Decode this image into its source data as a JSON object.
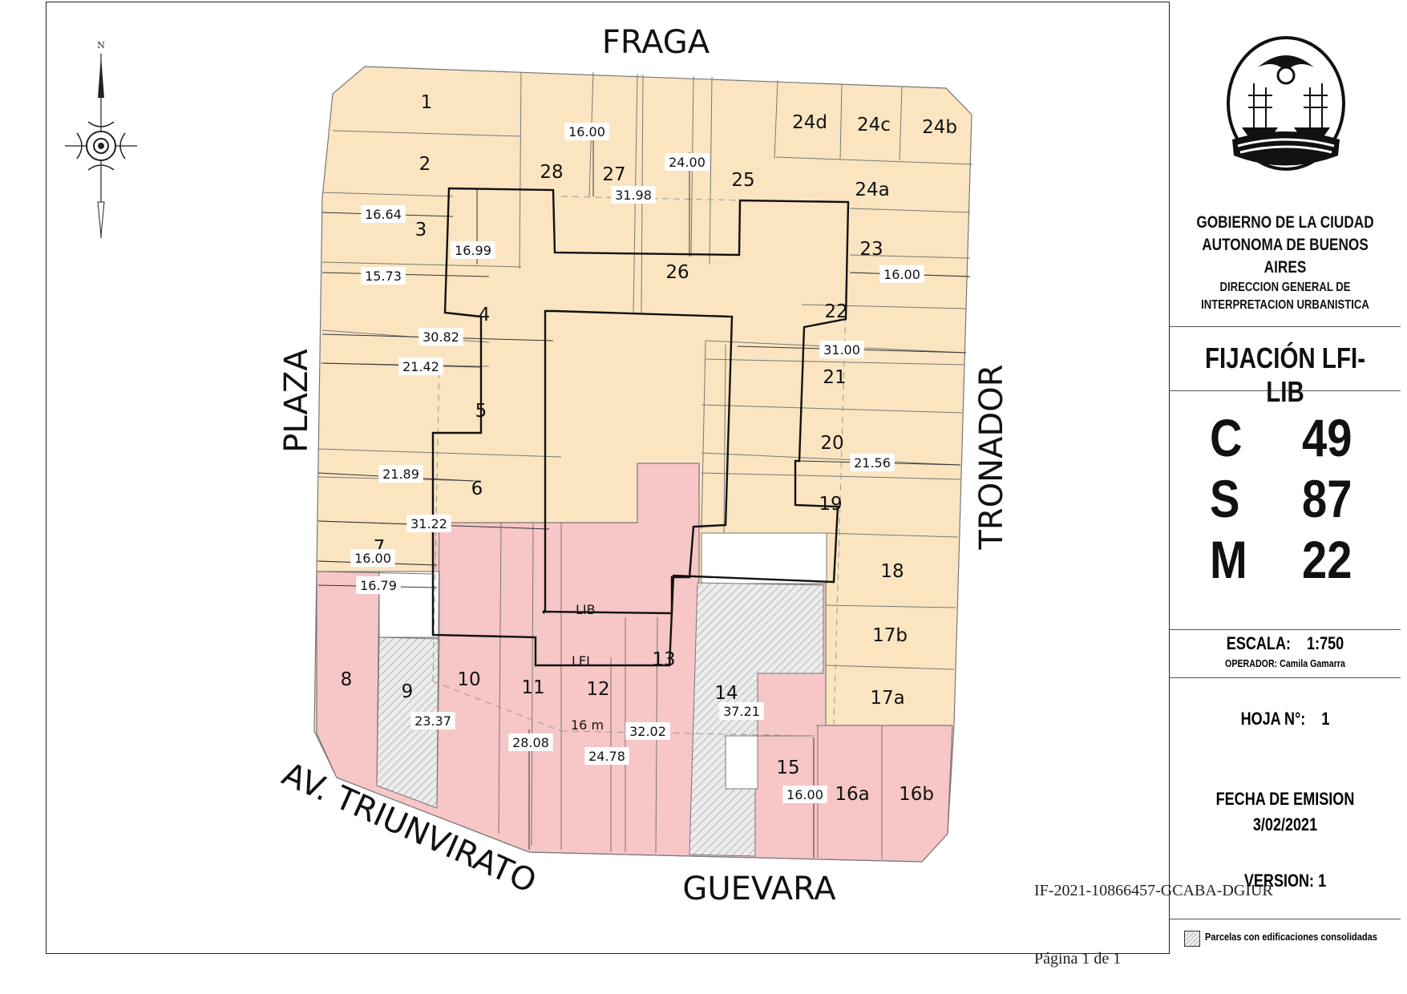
{
  "colors": {
    "lib_parcels": "#fbe5c1",
    "lfi_parcels": "#f7c6c7",
    "outline": "#111111",
    "parcel_line": "#777777",
    "consolidated_hatch": "#bbbbbb"
  },
  "streets": {
    "north": "FRAGA",
    "south": "GUEVARA",
    "west": "PLAZA",
    "east": "TRONADOR",
    "southwest": "AV. TRIUNVIRATO"
  },
  "compass": {
    "north_label": "N"
  },
  "parcels": [
    "1",
    "2",
    "3",
    "4",
    "5",
    "6",
    "7",
    "8",
    "9",
    "10",
    "11",
    "12",
    "13",
    "14",
    "15",
    "16a",
    "16b",
    "17a",
    "17b",
    "18",
    "19",
    "20",
    "21",
    "22",
    "23",
    "24a",
    "24b",
    "24c",
    "24d",
    "25",
    "26",
    "27",
    "28"
  ],
  "dimensions": [
    "16.00",
    "24.00",
    "31.98",
    "16.64",
    "16.99",
    "15.73",
    "16.00",
    "30.82",
    "31.00",
    "21.42",
    "21.56",
    "21.89",
    "31.22",
    "16.00",
    "16.79",
    "23.37",
    "28.08",
    "24.78",
    "32.02",
    "37.21",
    "16.00"
  ],
  "line_labels": {
    "lib": "LIB",
    "lfi": "LFI",
    "depth": "16 m"
  },
  "panel": {
    "org_line1": "GOBIERNO DE LA CIUDAD",
    "org_line2": "AUTONOMA DE BUENOS AIRES",
    "dept_line1": "DIRECCION GENERAL DE",
    "dept_line2": "INTERPRETACION URBANISTICA",
    "title": "FIJACIÓN LFI-LIB",
    "circ_label": "C",
    "circ_value": "49",
    "sec_label": "S",
    "sec_value": "87",
    "manz_label": "M",
    "manz_value": "22",
    "scale_label": "ESCALA:",
    "scale_value": "1:750",
    "operator_label": "OPERADOR:",
    "operator_value": "Camila Gamarra",
    "sheet_label": "HOJA N°:",
    "sheet_value": "1",
    "date_label": "FECHA DE EMISION",
    "date_value": "3/02/2021",
    "version_label": "VERSION:",
    "version_value": "1",
    "legend_text": "Parcelas con edificaciones consolidadas"
  },
  "footer": {
    "doc_id": "IF-2021-10866457-GCABA-DGIUR",
    "page": "Página 1 de 1"
  }
}
